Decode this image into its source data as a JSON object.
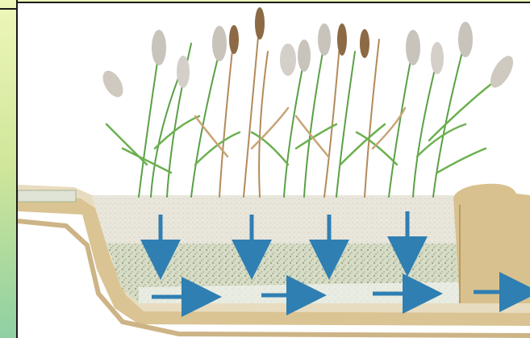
{
  "diagram": {
    "subject": "reed-bed-cross-section",
    "vertical_flow_arrows": 4,
    "horizontal_flow_arrows": 4,
    "colors": {
      "arrow": "#2f7fb2",
      "soil": "#d8c18e",
      "soil_dark": "#b79b63",
      "gravel": "#c9d0b6",
      "reed_green": "#5aa046",
      "reed_tan": "#b38a5a",
      "plume": "#c8c3bb"
    }
  }
}
